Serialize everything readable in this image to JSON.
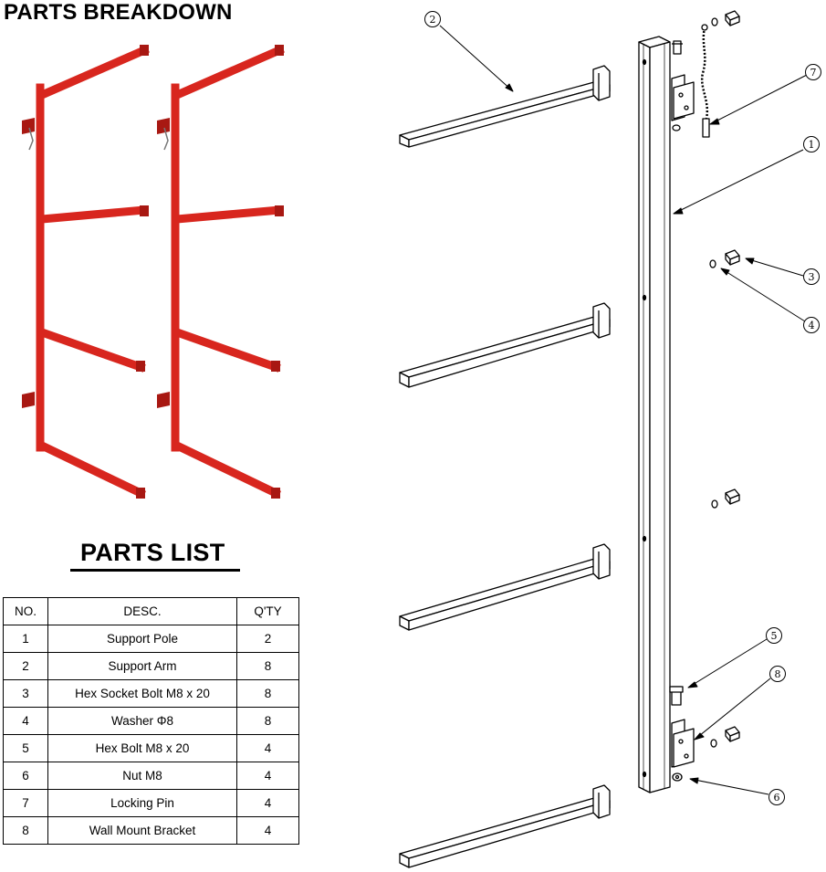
{
  "breakdown_title": "PARTS BREAKDOWN",
  "parts_list_title": "PARTS LIST",
  "table": {
    "headers": [
      "NO.",
      "DESC.",
      "Q'TY"
    ],
    "rows": [
      [
        "1",
        "Support Pole",
        "2"
      ],
      [
        "2",
        "Support Arm",
        "8"
      ],
      [
        "3",
        "Hex Socket Bolt M8 x 20",
        "8"
      ],
      [
        "4",
        "Washer Φ8",
        "8"
      ],
      [
        "5",
        "Hex Bolt M8 x 20",
        "4"
      ],
      [
        "6",
        "Nut M8",
        "4"
      ],
      [
        "7",
        "Locking Pin",
        "4"
      ],
      [
        "8",
        "Wall Mount Bracket",
        "4"
      ]
    ]
  },
  "callouts": [
    "1",
    "2",
    "3",
    "4",
    "5",
    "6",
    "7",
    "8"
  ],
  "colors": {
    "rack_red": "#d8261e",
    "rack_dark": "#a81812",
    "line": "#000000"
  }
}
